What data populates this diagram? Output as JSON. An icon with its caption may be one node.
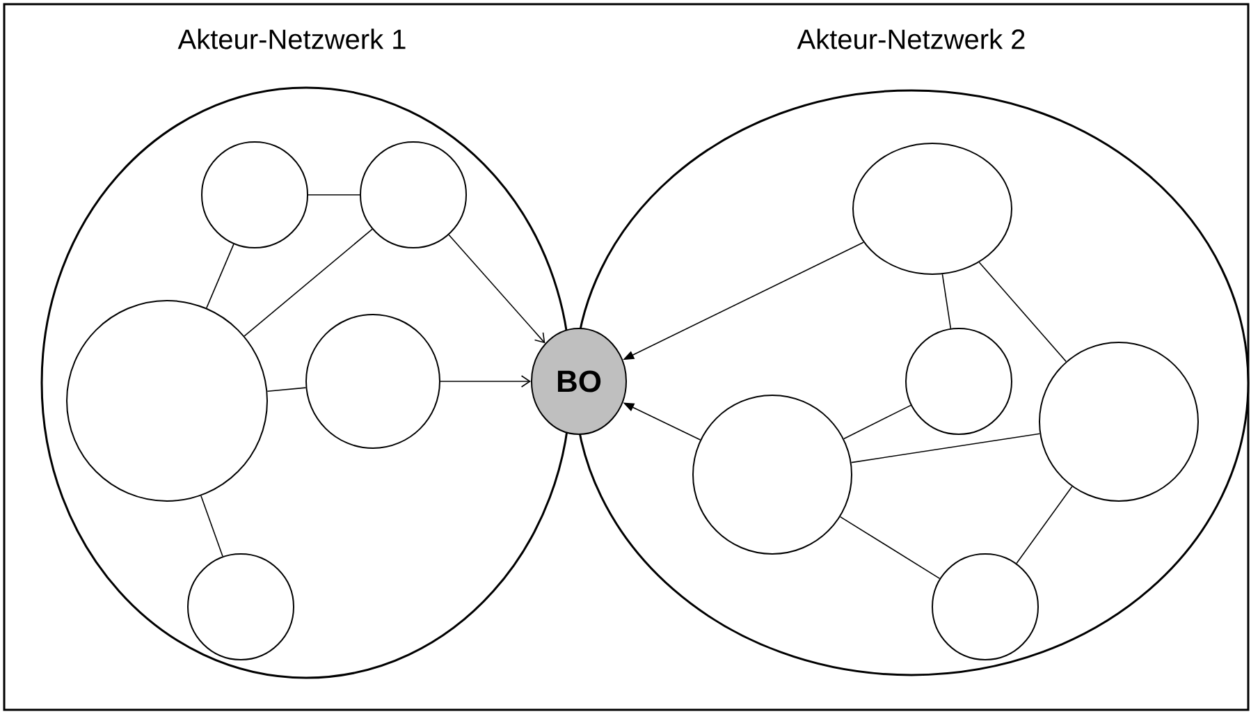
{
  "diagram": {
    "nodes": [
      {
        "text": [
          "Akteur-Netzwerk 1"
        ]
      },
      {
        "text": [],
        "shape": "circle",
        "in": 0
      },
      {
        "text": [],
        "shape": "circle",
        "in": 0
      },
      {
        "text": [],
        "shape": "circle",
        "in": 0
      },
      {
        "text": [],
        "shape": "circle",
        "in": 0
      },
      {
        "text": [],
        "shape": "circle",
        "in": 0
      },
      {
        "text": [
          "BO"
        ]
      },
      {
        "text": [
          "Akteur-Netzwerk 2"
        ]
      },
      {
        "text": [],
        "shape": "circle",
        "in": 7
      },
      {
        "text": [],
        "shape": "circle",
        "in": 7
      },
      {
        "text": [],
        "shape": "circle",
        "in": 7
      },
      {
        "text": [],
        "shape": "circle",
        "in": 7
      },
      {
        "text": [],
        "shape": "circle",
        "in": 7
      }
    ],
    "edges": [
      {
        "from": 1,
        "to": 2,
        "arrow": "none"
      },
      {
        "from": 1,
        "to": 3,
        "arrow": "none"
      },
      {
        "from": 2,
        "to": 3,
        "arrow": "none"
      },
      {
        "from": 3,
        "to": 4,
        "arrow": "none"
      },
      {
        "from": 3,
        "to": 5,
        "arrow": "none"
      },
      {
        "from": 2,
        "to": 6,
        "arrow": "to"
      },
      {
        "from": 4,
        "to": 6,
        "arrow": "to"
      },
      {
        "from": 8,
        "to": 6,
        "arrow": "to"
      },
      {
        "from": 11,
        "to": 6,
        "arrow": "to"
      },
      {
        "from": 8,
        "to": 9,
        "arrow": "none"
      },
      {
        "from": 8,
        "to": 10,
        "arrow": "none"
      },
      {
        "from": 9,
        "to": 11,
        "arrow": "none"
      },
      {
        "from": 11,
        "to": 10,
        "arrow": "none"
      },
      {
        "from": 11,
        "to": 12,
        "arrow": "none"
      },
      {
        "from": 10,
        "to": 12,
        "arrow": "none"
      }
    ]
  }
}
